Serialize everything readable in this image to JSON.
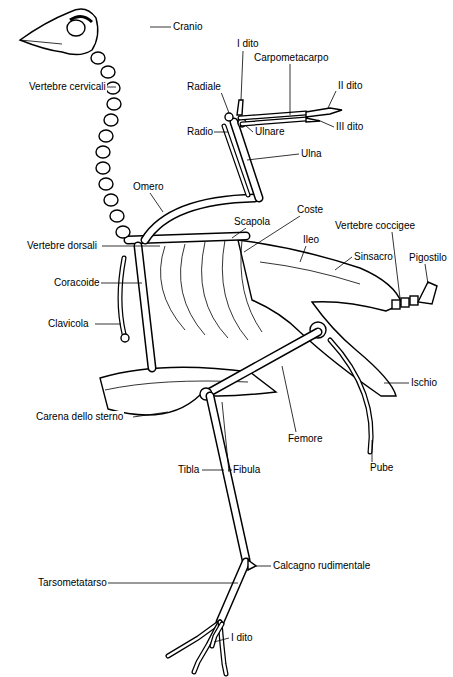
{
  "diagram": {
    "labels": [
      "Cranio",
      "I dito",
      "Carpometacarpo",
      "Vertebre cervicali",
      "Radiale",
      "II dito",
      "Radio",
      "Ulnare",
      "III dito",
      "Ulna",
      "Omero",
      "Coste",
      "Scapola",
      "Vertebre coccigee",
      "Ileo",
      "Sinsacro",
      "Pigostilo",
      "Vertebre dorsali",
      "Coracoide",
      "Clavicola",
      "Ischio",
      "Carena dello sterno",
      "Femore",
      "Pube",
      "Tibla",
      "Fibula",
      "Calcagno rudimentale",
      "Tarsometatarso",
      "I dito"
    ]
  }
}
